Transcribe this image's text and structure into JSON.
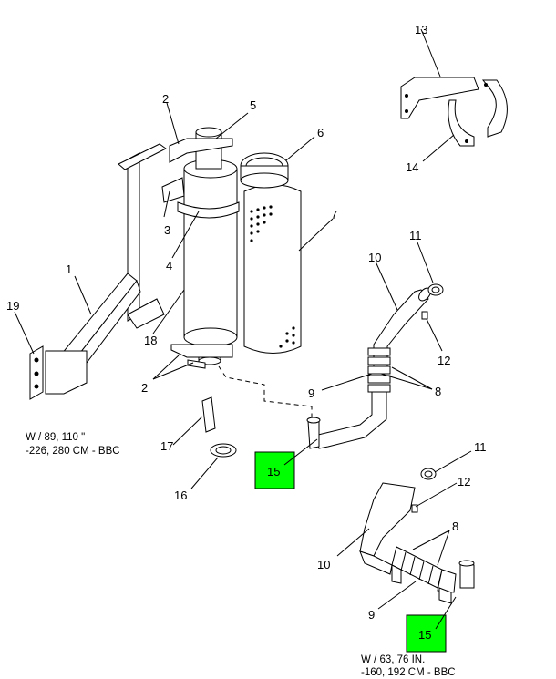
{
  "callouts": {
    "c1": "1",
    "c2a": "2",
    "c2b": "2",
    "c3": "3",
    "c4": "4",
    "c5": "5",
    "c6": "6",
    "c7": "7",
    "c8a": "8",
    "c8b": "8",
    "c9a": "9",
    "c9b": "9",
    "c10a": "10",
    "c10b": "10",
    "c11a": "11",
    "c11b": "11",
    "c12a": "12",
    "c12b": "12",
    "c13": "13",
    "c14": "14",
    "c15a": "15",
    "c15b": "15",
    "c16": "16",
    "c17": "17",
    "c18": "18",
    "c19": "19"
  },
  "notes": {
    "upper_line1": "W / 89, 110 \"",
    "upper_line2": "-226, 280 CM - BBC",
    "lower_line1": "W / 63, 76 IN.",
    "lower_line2": "-160, 192 CM - BBC"
  },
  "highlight_color": "#00ff00"
}
